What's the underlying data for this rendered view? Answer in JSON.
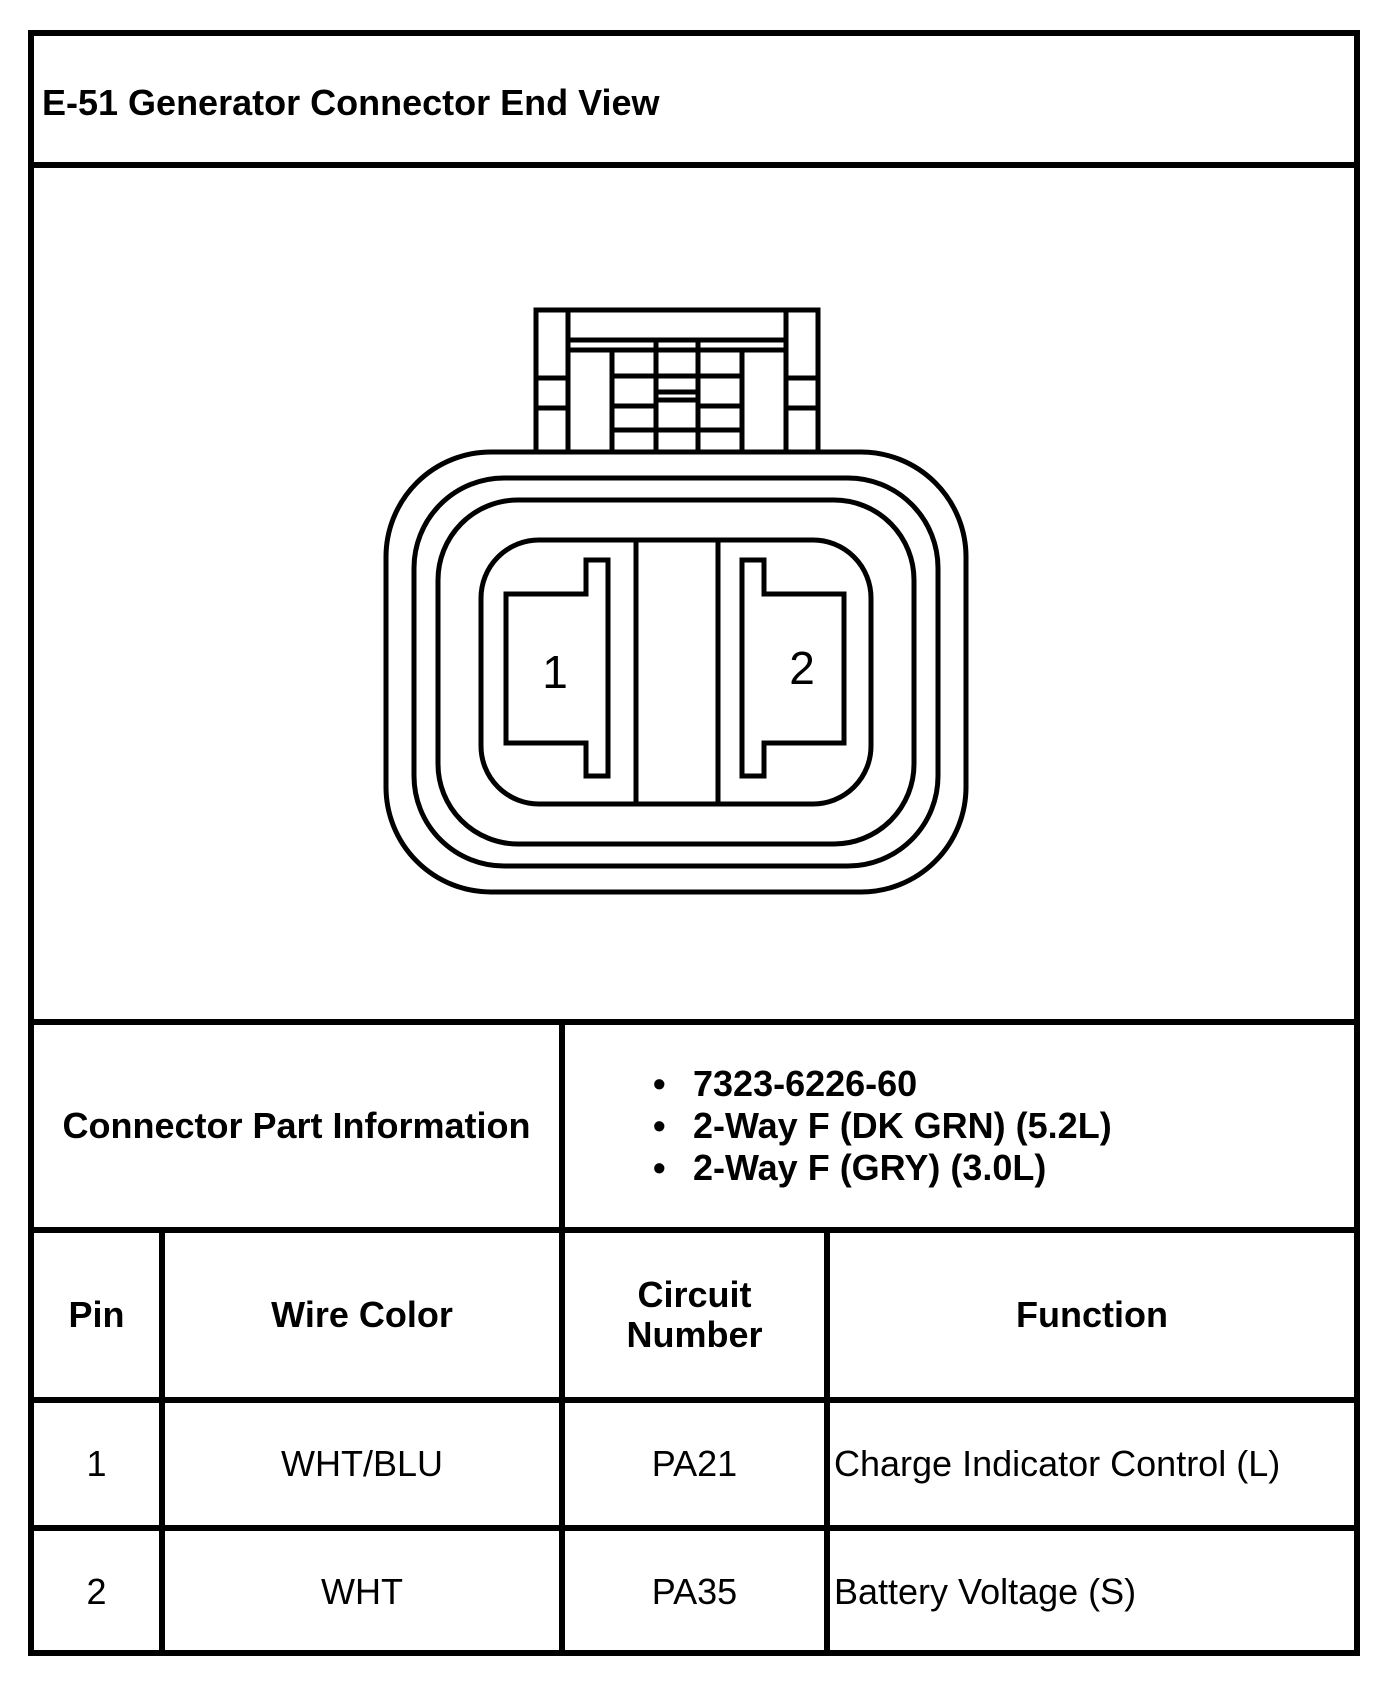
{
  "title": "E-51 Generator Connector End View",
  "diagram": {
    "pin_labels": [
      "1",
      "2"
    ]
  },
  "part_info": {
    "label": "Connector Part Information",
    "items": [
      "7323-6226-60",
      "2-Way F (DK GRN) (5.2L)",
      "2-Way F (GRY) (3.0L)"
    ],
    "bullet": "•"
  },
  "table": {
    "headers": {
      "pin": "Pin",
      "wire_color": "Wire Color",
      "circuit_number": "Circuit Number",
      "function": "Function"
    },
    "rows": [
      {
        "pin": "1",
        "wire_color": "WHT/BLU",
        "circuit_number": "PA21",
        "function": "Charge Indicator Control (L)"
      },
      {
        "pin": "2",
        "wire_color": "WHT",
        "circuit_number": "PA35",
        "function": "Battery Voltage (S)"
      }
    ]
  }
}
